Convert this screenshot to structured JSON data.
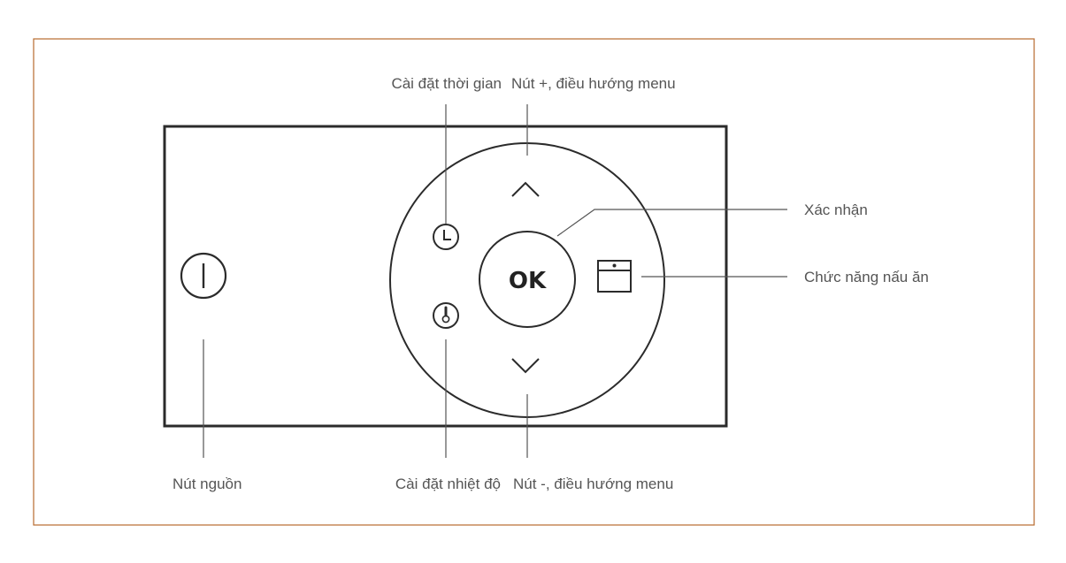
{
  "frame_color": "#b86b2e",
  "panel_color": "#2b2b2b",
  "label_color": "#555555",
  "buttons": {
    "ok_label": "OK",
    "power_icon": "power-icon",
    "timer_icon": "clock-icon",
    "temperature_icon": "thermometer-icon",
    "up_icon": "chevron-up-icon",
    "down_icon": "chevron-down-icon",
    "function_icon": "oven-icon"
  },
  "labels": {
    "time_setting": "Cài đặt thời gian",
    "plus_menu": "Nút +, điều hướng menu",
    "confirm": "Xác nhận",
    "cooking_function": "Chức năng nấu ăn",
    "power": "Nút nguồn",
    "temperature_setting": "Cài đặt nhiệt độ",
    "minus_menu": "Nút -, điều hướng menu"
  }
}
